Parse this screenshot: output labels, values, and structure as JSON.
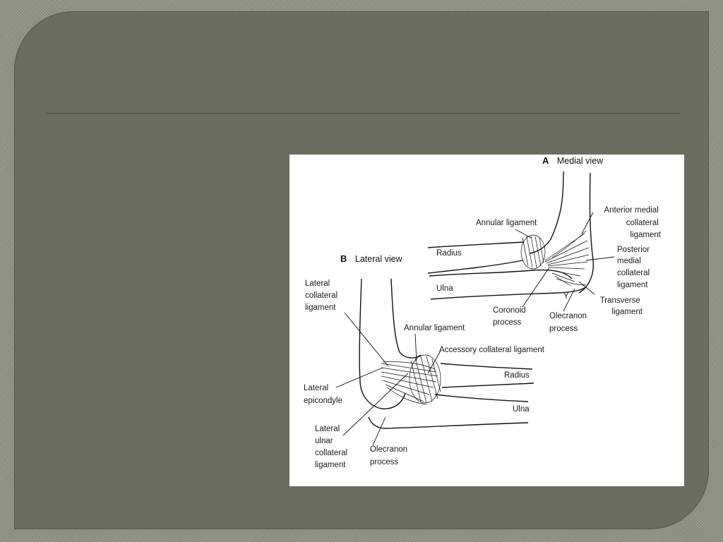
{
  "diagram": {
    "medial": {
      "letter": "A",
      "title": "Medial view",
      "labels": {
        "annular": "Annular ligament",
        "anterior_medial": [
          "Anterior medial",
          "collateral",
          "ligament"
        ],
        "radius": "Radius",
        "posterior_medial": [
          "Posterior",
          "medial",
          "collateral",
          "ligament"
        ],
        "ulna": "Ulna",
        "transverse": [
          "Transverse",
          "ligament"
        ],
        "coronoid": [
          "Coronoid",
          "process"
        ],
        "olecranon": [
          "Olecranon",
          "process"
        ]
      }
    },
    "lateral": {
      "letter": "B",
      "title": "Lateral view",
      "labels": {
        "lateral_collateral": [
          "Lateral",
          "collateral",
          "ligament"
        ],
        "annular": "Annular ligament",
        "accessory": "Accessory collateral ligament",
        "radius": "Radius",
        "epicondyle": [
          "Lateral",
          "epicondyle"
        ],
        "ulna": "Ulna",
        "lateral_ulnar": [
          "Lateral",
          "ulnar",
          "collateral",
          "ligament"
        ],
        "olecranon": [
          "Olecranon",
          "process"
        ]
      }
    }
  }
}
